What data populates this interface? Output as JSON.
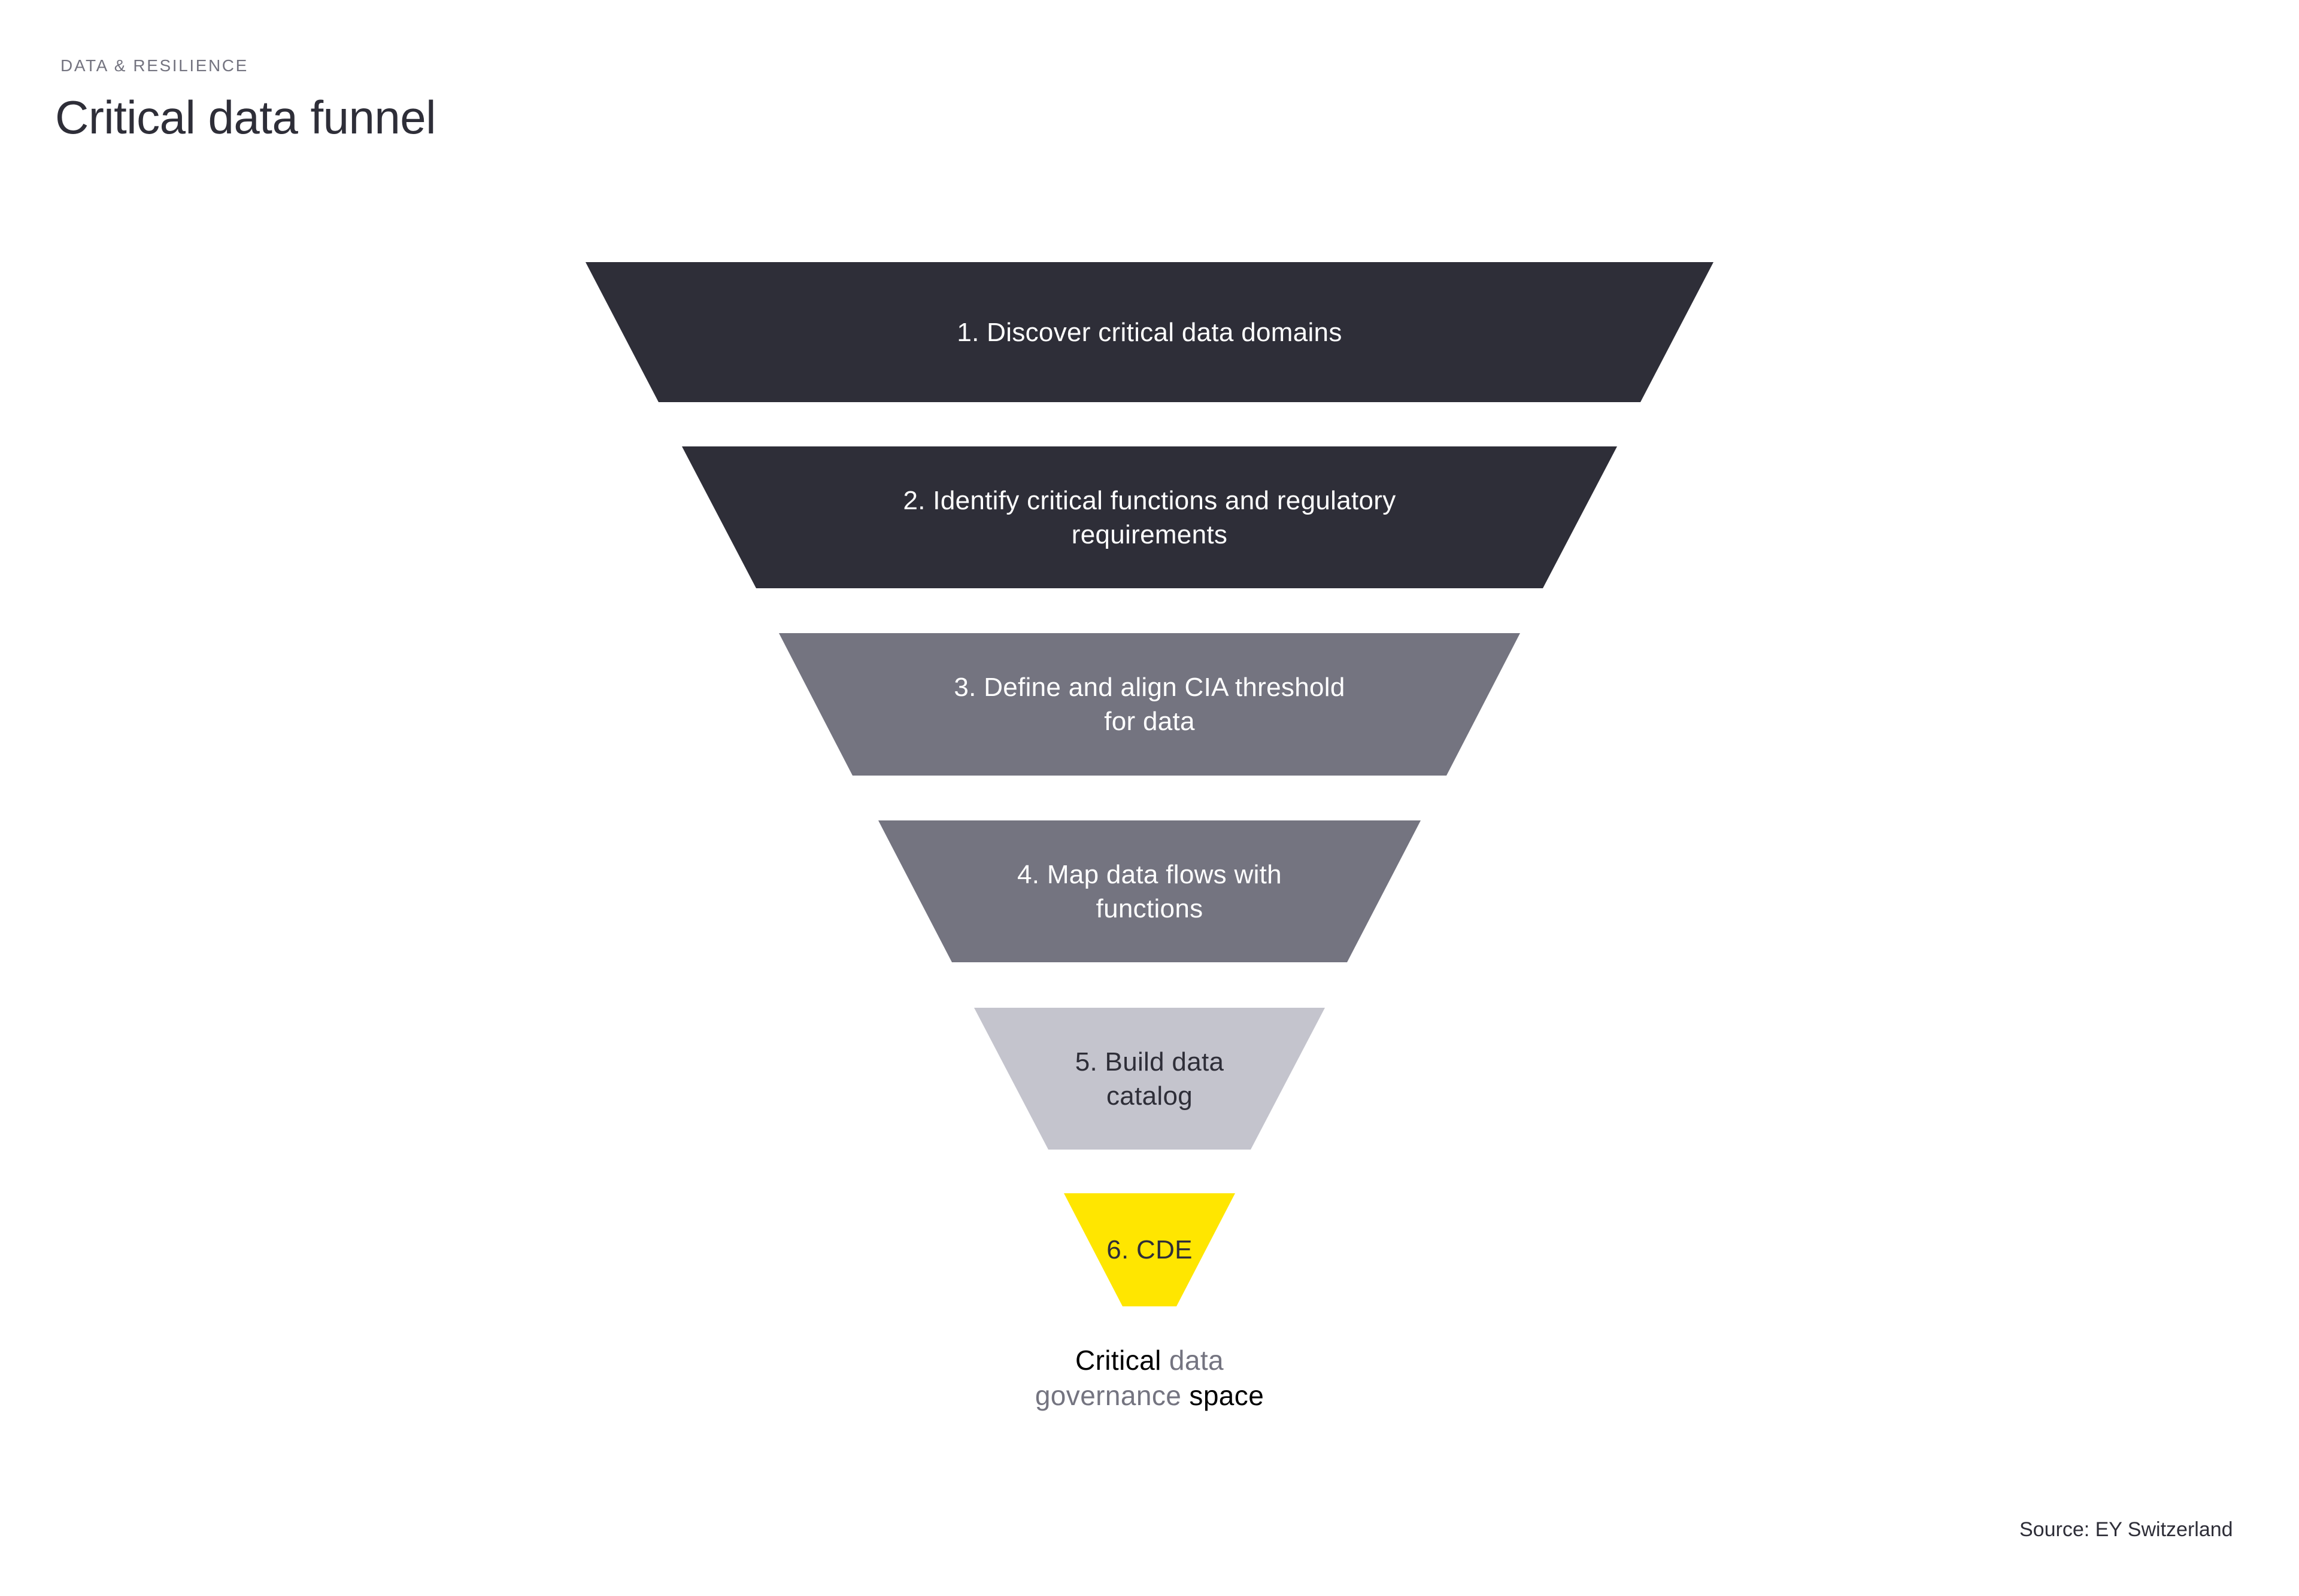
{
  "header": {
    "eyebrow": "DATA & RESILIENCE",
    "title": "Critical data funnel"
  },
  "funnel": {
    "levels": [
      {
        "step": 1,
        "lines": [
          "1. Discover critical data domains"
        ],
        "fill": "#2e2e38",
        "text_color": "#ffffff"
      },
      {
        "step": 2,
        "lines": [
          "2. Identify critical functions and regulatory",
          "requirements"
        ],
        "fill": "#2e2e38",
        "text_color": "#ffffff"
      },
      {
        "step": 3,
        "lines": [
          "3. Define and align CIA threshold",
          "for data"
        ],
        "fill": "#747480",
        "text_color": "#ffffff"
      },
      {
        "step": 4,
        "lines": [
          "4. Map data flows with",
          "functions"
        ],
        "fill": "#747480",
        "text_color": "#ffffff"
      },
      {
        "step": 5,
        "lines": [
          "5. Build data",
          "catalog"
        ],
        "fill": "#c4c4cd",
        "text_color": "#2e2e38"
      },
      {
        "step": 6,
        "lines": [
          "6. CDE"
        ],
        "fill": "#ffe600",
        "text_color": "#2e2e38"
      }
    ]
  },
  "caption": {
    "line1_dark": "Critical",
    "line1_muted": "data",
    "line2_muted": "governance",
    "line2_dark": "space",
    "dark_color": "#000000",
    "muted_color": "#747480"
  },
  "footer": {
    "source": "Source: EY Switzerland"
  }
}
